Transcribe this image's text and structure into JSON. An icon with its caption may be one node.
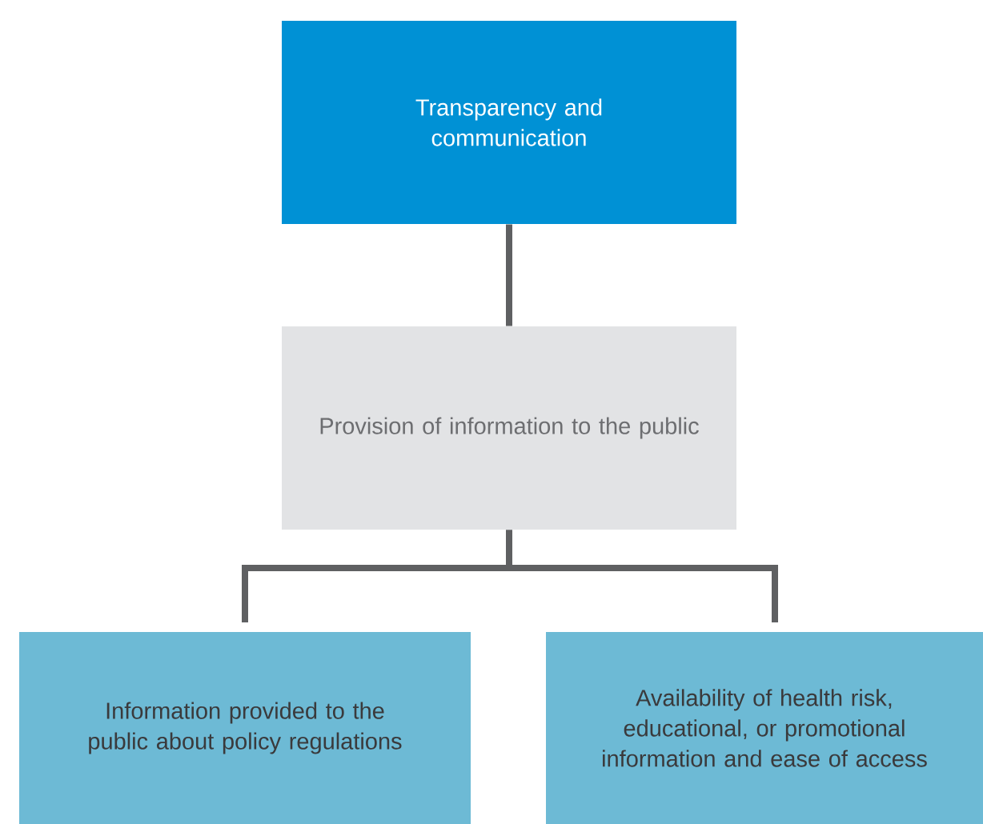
{
  "diagram": {
    "nodes": [
      {
        "text": [
          "Transparency and communication"
        ]
      },
      {
        "text": [
          "Provision of information to the public"
        ]
      },
      {
        "text": [
          "Information provided to the public about policy regulations"
        ]
      },
      {
        "text": [
          "Availability of health risk, educational, or promotional information and ease of access"
        ]
      }
    ],
    "edges": [
      {
        "from": 0,
        "to": 1,
        "arrow": "none"
      },
      {
        "from": 1,
        "to": 2,
        "arrow": "none"
      },
      {
        "from": 1,
        "to": 3,
        "arrow": "none"
      }
    ]
  }
}
